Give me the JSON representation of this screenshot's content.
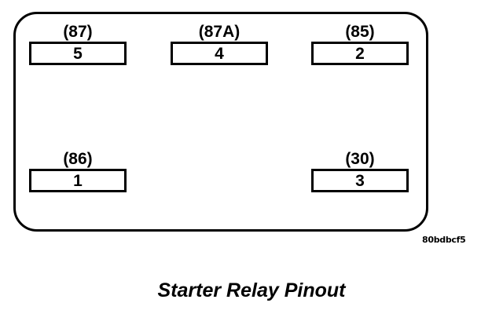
{
  "diagram": {
    "caption": "Starter Relay Pinout",
    "figure_code": "80bdbcf5",
    "colors": {
      "stroke": "#000000",
      "background": "#ffffff",
      "text": "#000000"
    },
    "terminals": [
      {
        "label": "(87)",
        "pin": "5",
        "row": "top",
        "position": "left"
      },
      {
        "label": "(87A)",
        "pin": "4",
        "row": "top",
        "position": "center"
      },
      {
        "label": "(85)",
        "pin": "2",
        "row": "top",
        "position": "right"
      },
      {
        "label": "(86)",
        "pin": "1",
        "row": "bottom",
        "position": "left"
      },
      {
        "label": "(30)",
        "pin": "3",
        "row": "bottom",
        "position": "right"
      }
    ]
  }
}
